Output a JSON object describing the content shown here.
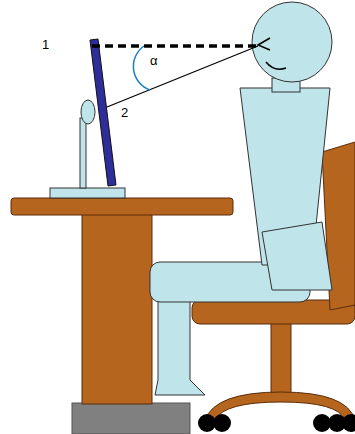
{
  "diagram": {
    "labels": [
      "1",
      "2",
      "α"
    ]
  }
}
